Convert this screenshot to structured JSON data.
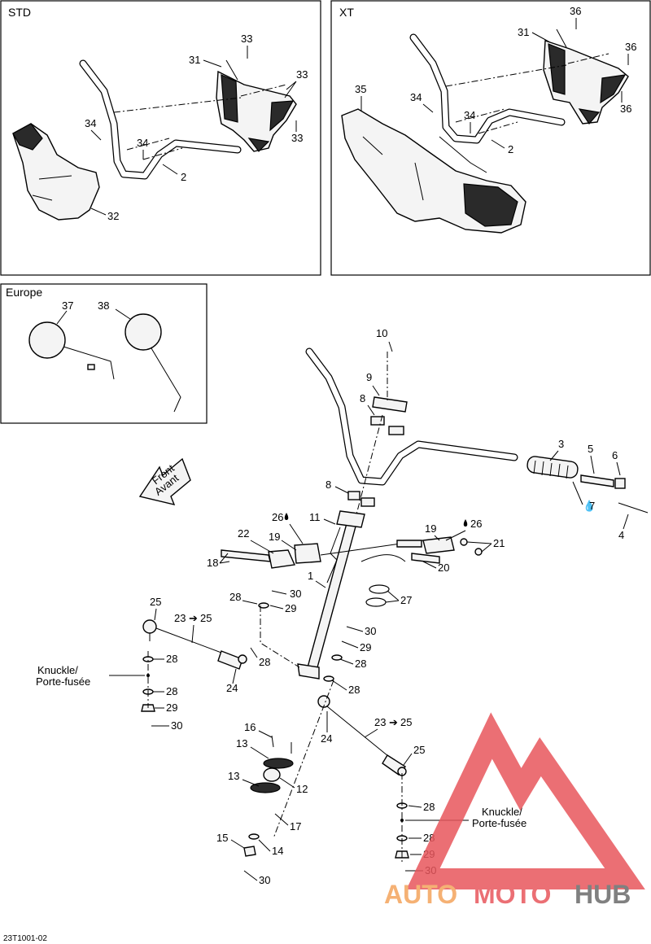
{
  "panels": {
    "std": "STD",
    "xt": "XT",
    "europe": "Europe"
  },
  "front_sign": {
    "line1": "Front",
    "line2": "Avant"
  },
  "knuckle": {
    "line1": "Knuckle/",
    "line2": "Porte-fusée"
  },
  "drawing_code": "23T1001-02",
  "watermark": {
    "part1": "AUTO",
    "part2": "MOTO",
    "part3": "HUB"
  },
  "accent_colors": {
    "watermark_red": "#e8565c",
    "watermark_orange": "#f4a45c",
    "watermark_gray": "#6b6b6b"
  },
  "labels": {
    "std_33a": "33",
    "std_31": "31",
    "std_33b": "33",
    "std_34a": "34",
    "std_34b": "34",
    "std_33c": "33",
    "std_2": "2",
    "std_32": "32",
    "xt_36a": "36",
    "xt_31": "31",
    "xt_36b": "36",
    "xt_34a": "34",
    "xt_34b": "34",
    "xt_36c": "36",
    "xt_35": "35",
    "xt_2": "2",
    "eu_37": "37",
    "eu_38": "38",
    "m_10": "10",
    "m_9": "9",
    "m_8a": "8",
    "m_3": "3",
    "m_5": "5",
    "m_6": "6",
    "m_7": "7",
    "m_4": "4",
    "m_8b": "8",
    "m_11": "11",
    "m_26a": "26",
    "m_26b": "26",
    "m_19a": "19",
    "m_19b": "19",
    "m_22": "22",
    "m_21": "21",
    "m_18": "18",
    "m_20": "20",
    "m_1": "1",
    "m_27": "27",
    "m_30a": "30",
    "m_28a": "28",
    "m_29a": "29",
    "m_25a": "25",
    "m_23a": "23",
    "m_25b": "25",
    "m_30b": "30",
    "m_29b": "29",
    "m_28b": "28",
    "m_28c": "28",
    "m_28d": "28",
    "m_28e": "28",
    "m_24a": "24",
    "m_28f": "28",
    "m_29c": "29",
    "m_30c": "30",
    "m_23b": "23",
    "m_25c": "25",
    "m_24b": "24",
    "m_25d": "25",
    "m_16": "16",
    "m_13a": "13",
    "m_13b": "13",
    "m_12": "12",
    "m_17": "17",
    "m_15": "15",
    "m_14": "14",
    "m_30d": "30",
    "m_28g": "28",
    "m_28h": "28",
    "m_29d": "29",
    "m_30e": "30"
  }
}
